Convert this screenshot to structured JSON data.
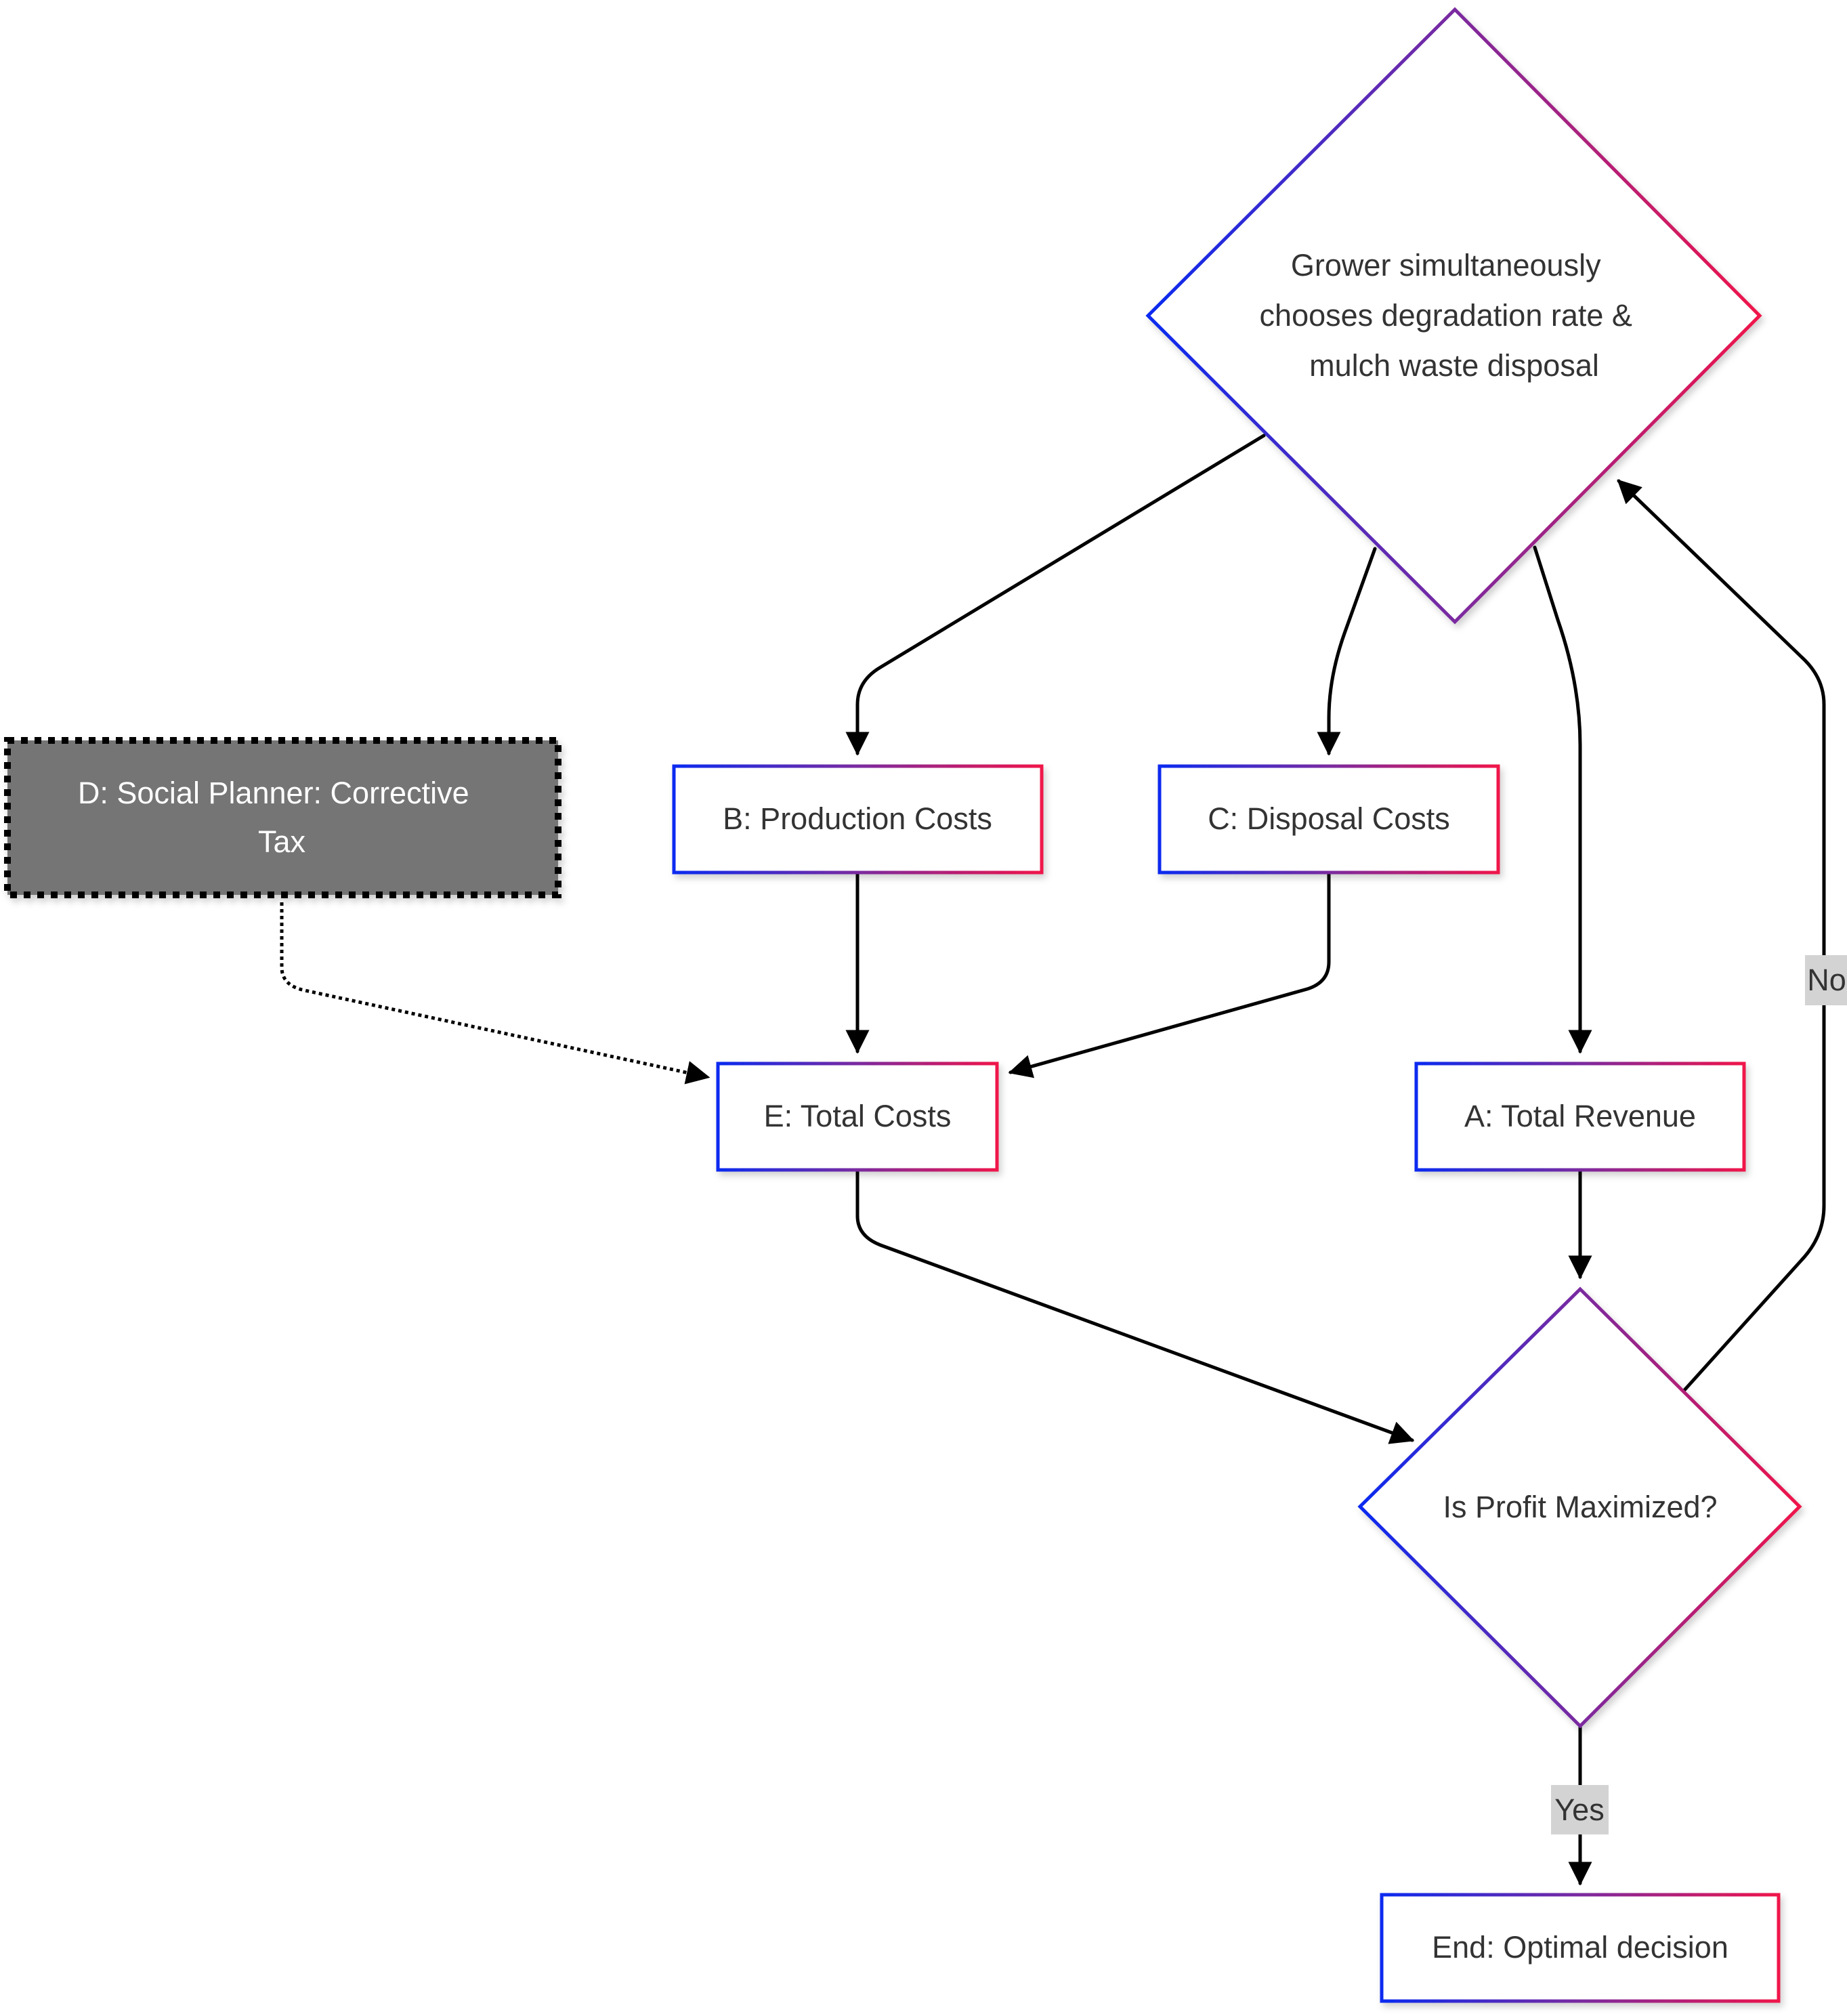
{
  "nodes": {
    "decision_top": {
      "lines": [
        "Grower simultaneously",
        "chooses degradation rate &",
        "mulch waste disposal"
      ]
    },
    "production_costs": {
      "label": "B: Production Costs"
    },
    "disposal_costs": {
      "label": "C: Disposal Costs"
    },
    "social_planner": {
      "lines": [
        "D: Social Planner: Corrective",
        "Tax"
      ]
    },
    "total_costs": {
      "label": "E: Total Costs"
    },
    "total_revenue": {
      "label": "A: Total Revenue"
    },
    "profit_check": {
      "label": "Is Profit Maximized?"
    },
    "end": {
      "label": "End: Optimal decision"
    }
  },
  "edge_labels": {
    "no": "No",
    "yes": "Yes"
  },
  "colors": {
    "border_gradient_start": "#0a2cf0",
    "border_gradient_mid": "#7a2aa0",
    "border_gradient_end": "#f0144a",
    "social_planner_fill": "#757575",
    "edge": "#000000",
    "edge_label_bg": "#d3d3d3"
  }
}
